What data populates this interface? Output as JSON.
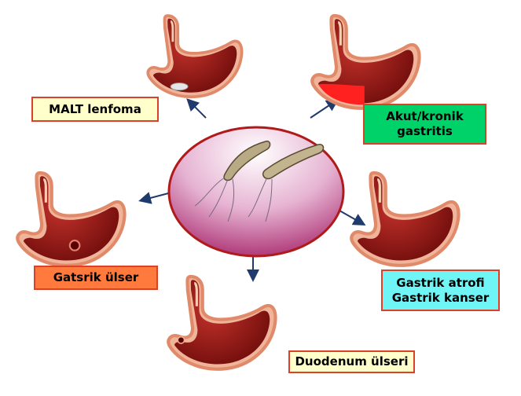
{
  "nodes": [
    {
      "id": "malt",
      "lines": [
        "MALT lenfoma"
      ],
      "fill": "#ffffcc",
      "border": "#d9412b"
    },
    {
      "id": "akut",
      "lines": [
        "Akut/kronik",
        "gastritis"
      ],
      "fill": "#00d26a",
      "border": "#d9412b"
    },
    {
      "id": "gastrik-ulser",
      "lines": [
        "Gatsrik ülser"
      ],
      "fill": "#ff7a3c",
      "border": "#d9412b"
    },
    {
      "id": "atrofi",
      "lines": [
        "Gastrik atrofi",
        "Gastrik kanser"
      ],
      "fill": "#6ff5f5",
      "border": "#d9412b"
    },
    {
      "id": "duodenum",
      "lines": [
        "Duodenum ülseri"
      ],
      "fill": "#ffffcc",
      "border": "#d9412b"
    }
  ],
  "colors": {
    "stomach_outer": "#e89a7a",
    "stomach_inner": "#8b1410",
    "center_fill_top": "#ffffff",
    "center_fill_bottom": "#b03a7a",
    "center_border": "#b01a1a",
    "arrow": "#1f3b6e"
  },
  "icons": [
    "stomach-icon",
    "helicobacter-bacteria-icon"
  ]
}
